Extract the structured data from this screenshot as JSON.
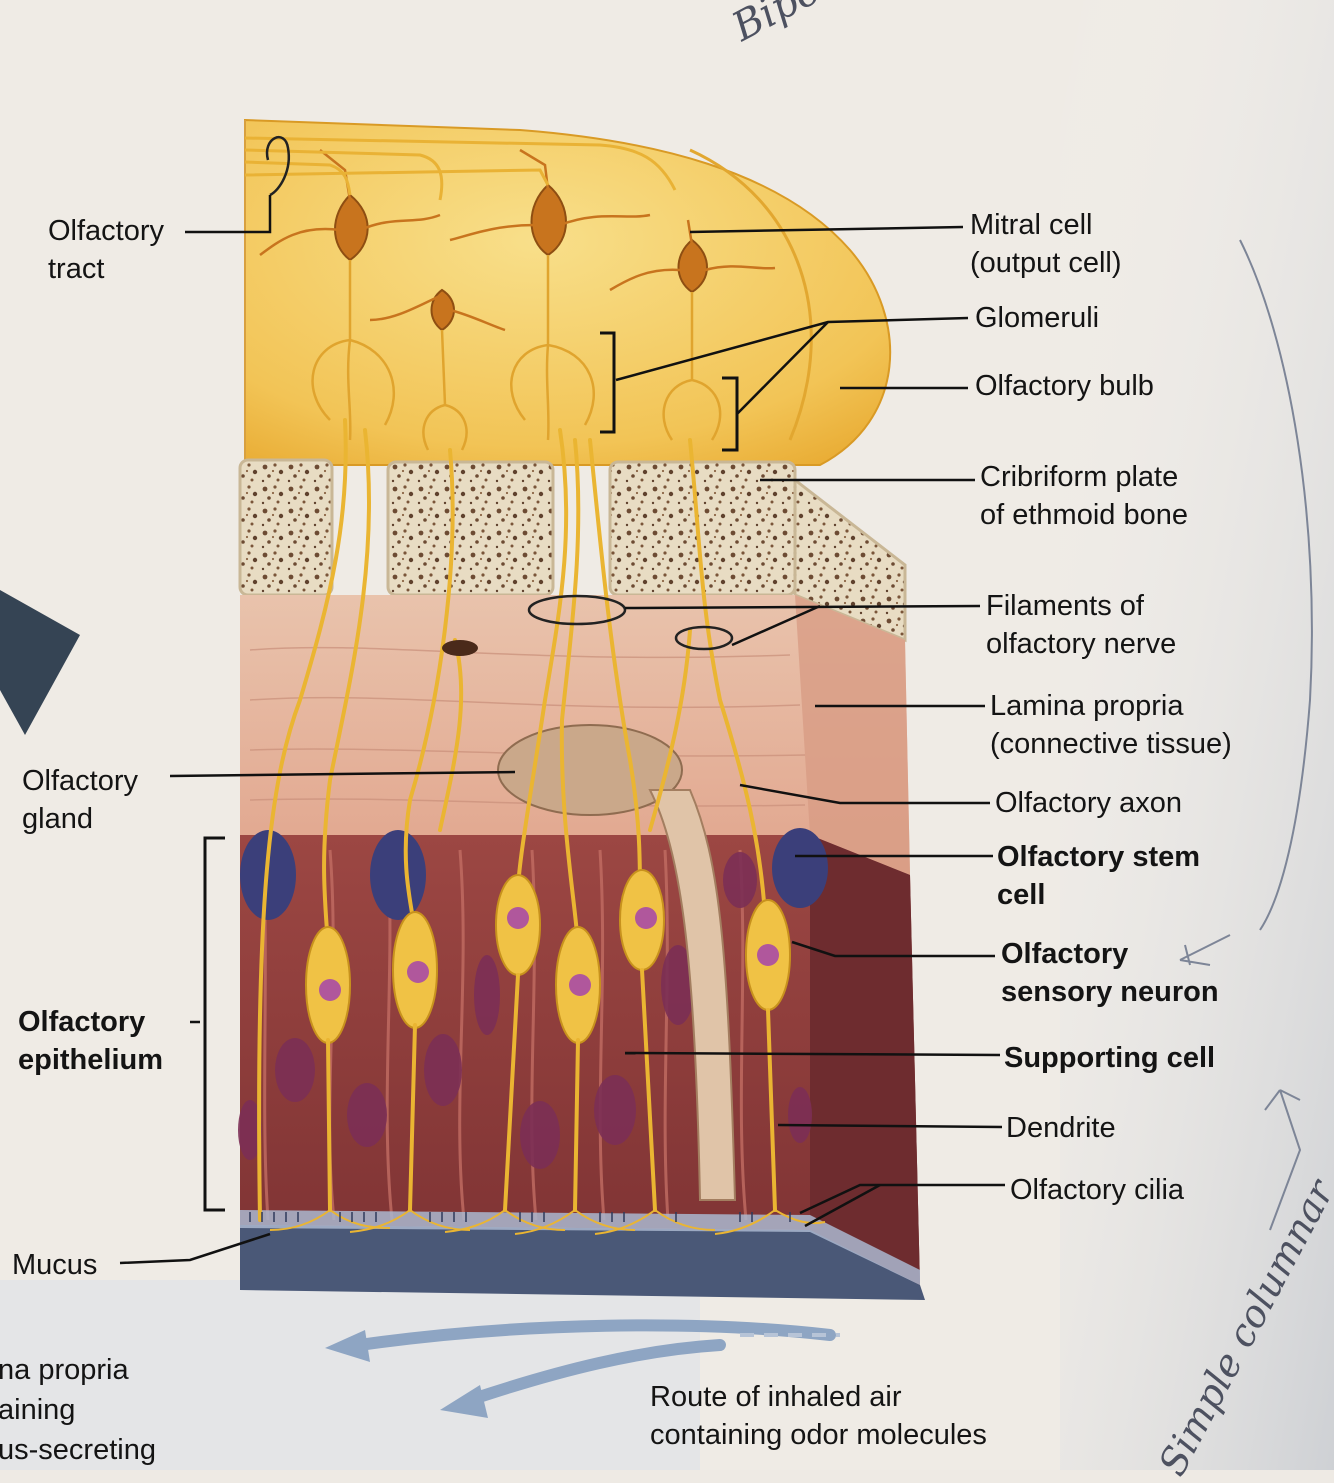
{
  "labels": {
    "olfactory_tract": [
      "Olfactory",
      "tract"
    ],
    "mitral_cell": [
      "Mitral cell",
      "(output cell)"
    ],
    "glomeruli": "Glomeruli",
    "olfactory_bulb": "Olfactory bulb",
    "cribriform_plate": [
      "Cribriform plate",
      "of ethmoid bone"
    ],
    "filaments": [
      "Filaments of",
      "olfactory nerve"
    ],
    "lamina_propria": [
      "Lamina propria",
      "(connective tissue)"
    ],
    "olfactory_gland": [
      "Olfactory",
      "gland"
    ],
    "olfactory_axon": "Olfactory axon",
    "olfactory_stem_cell": [
      "Olfactory stem",
      "cell"
    ],
    "olfactory_sensory_neuron": [
      "Olfactory",
      "sensory neuron"
    ],
    "olfactory_epithelium": [
      "Olfactory",
      "epithelium"
    ],
    "supporting_cell": "Supporting cell",
    "dendrite": "Dendrite",
    "olfactory_cilia": "Olfactory cilia",
    "mucus": "Mucus",
    "route_air": [
      "Route of inhaled air",
      "containing odor molecules"
    ],
    "partial_left": [
      "na propria",
      "aining",
      "us-secreting"
    ]
  },
  "handwriting": {
    "top": "Bipolar",
    "bottom_right": "Simple columnar"
  },
  "colors": {
    "bulb": "#f0be48",
    "axon": "#e9b235",
    "bone": "#e9dcc2",
    "lamina": "#e9bba0",
    "supporting_cell": "#a24a44",
    "stem_cell": "#3b3f7a",
    "mucus": "#4a5877",
    "label_text": "#141414"
  }
}
